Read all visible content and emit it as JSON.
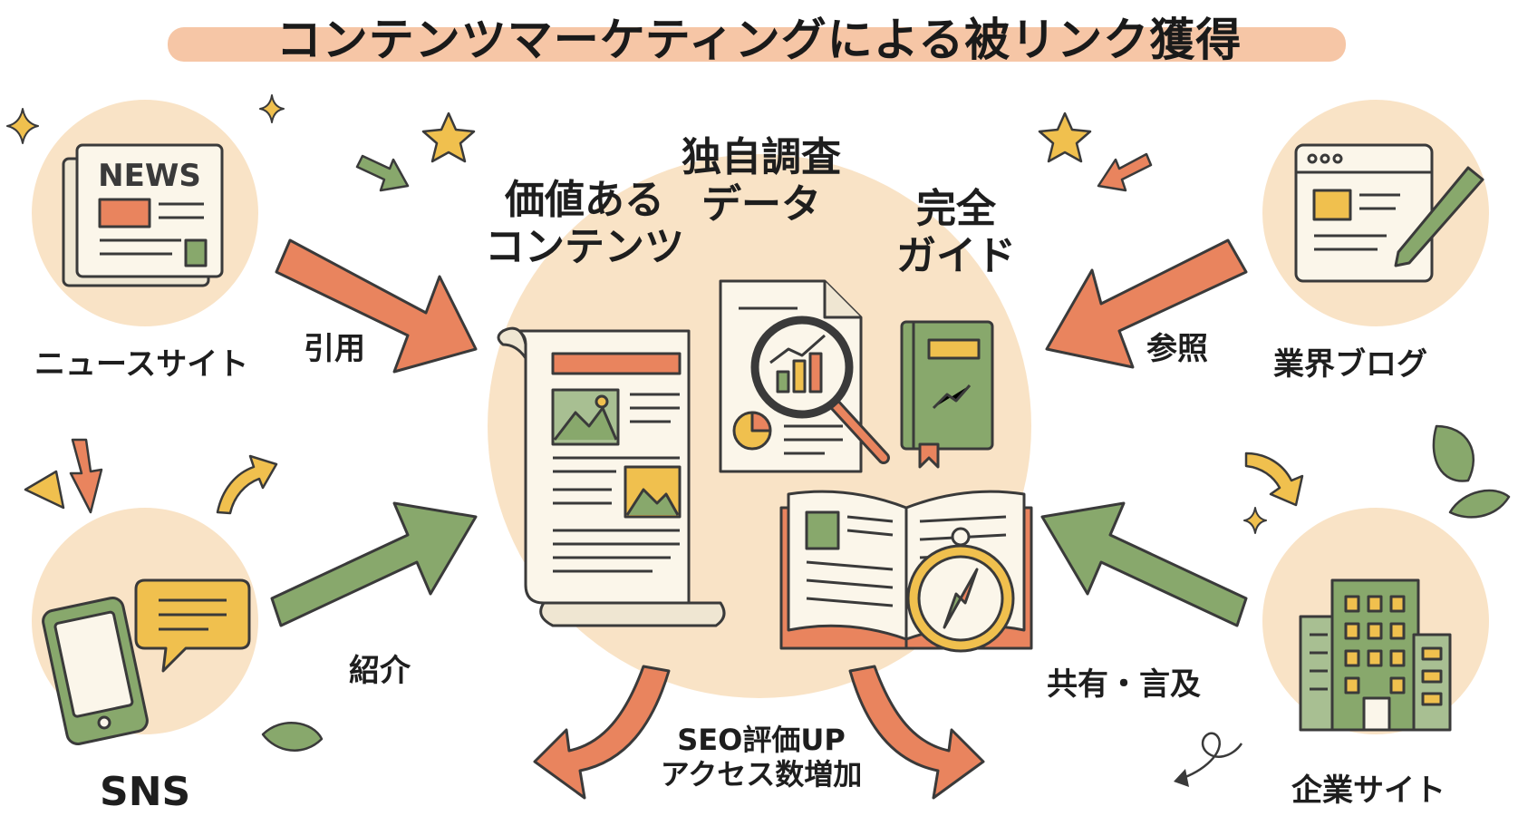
{
  "title": "コンテンツマーケティングによる被リンク獲得",
  "center": {
    "valuable_content": [
      "価値ある",
      "コンテンツ"
    ],
    "original_research": [
      "独自調査",
      "データ"
    ],
    "complete_guide": [
      "完全",
      "ガイド"
    ],
    "news_icon_text": "NEWS"
  },
  "sources": {
    "news_site": {
      "label": "ニュースサイト",
      "action": "引用"
    },
    "industry_blog": {
      "label": "業界ブログ",
      "action": "参照"
    },
    "sns": {
      "label": "SNS",
      "action": "紹介"
    },
    "corporate_site": {
      "label": "企業サイト",
      "action": "共有・言及"
    }
  },
  "outcomes": [
    "SEO評価UP",
    "アクセス数増加"
  ],
  "colors": {
    "orange_arrow": "#e9845e",
    "green_arrow": "#88a86c",
    "circle_fill": "#f9e3c6",
    "outline": "#3a3a3a",
    "yellow": "#f0c04e",
    "highlight": "#f6c6a6"
  }
}
